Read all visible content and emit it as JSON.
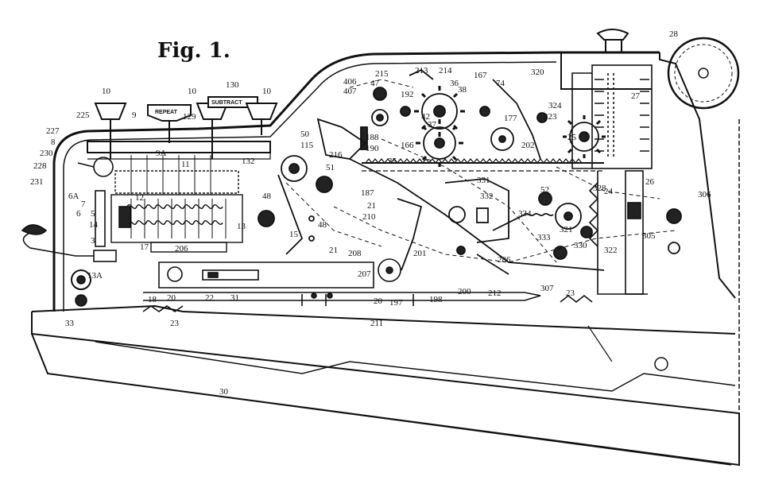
{
  "figure": {
    "title": "Fig. 1.",
    "key_labels": {
      "repeat": "REPEAT",
      "subtract": "SUBTRACT"
    },
    "reference_numerals": [
      "10",
      "10",
      "10",
      "130",
      "225",
      "9",
      "129",
      "227",
      "8",
      "230",
      "228",
      "9A",
      "11",
      "132",
      "231",
      "6A",
      "7",
      "6",
      "12",
      "5",
      "14",
      "3",
      "17",
      "206",
      "13A",
      "18",
      "20",
      "22",
      "31",
      "23",
      "33",
      "30",
      "48",
      "13",
      "15",
      "50",
      "115",
      "51",
      "187",
      "48",
      "406",
      "407",
      "47",
      "215",
      "188",
      "190",
      "216",
      "35",
      "213",
      "214",
      "36",
      "192",
      "38",
      "42",
      "37",
      "166",
      "167",
      "74",
      "177",
      "320",
      "202",
      "324",
      "323",
      "25",
      "27",
      "28",
      "331",
      "332",
      "52",
      "328",
      "24",
      "26",
      "306",
      "334",
      "21",
      "210",
      "21",
      "208",
      "333",
      "321",
      "305",
      "201",
      "286",
      "330",
      "322",
      "207",
      "20",
      "197",
      "198",
      "200",
      "212",
      "307",
      "23",
      "211"
    ]
  }
}
